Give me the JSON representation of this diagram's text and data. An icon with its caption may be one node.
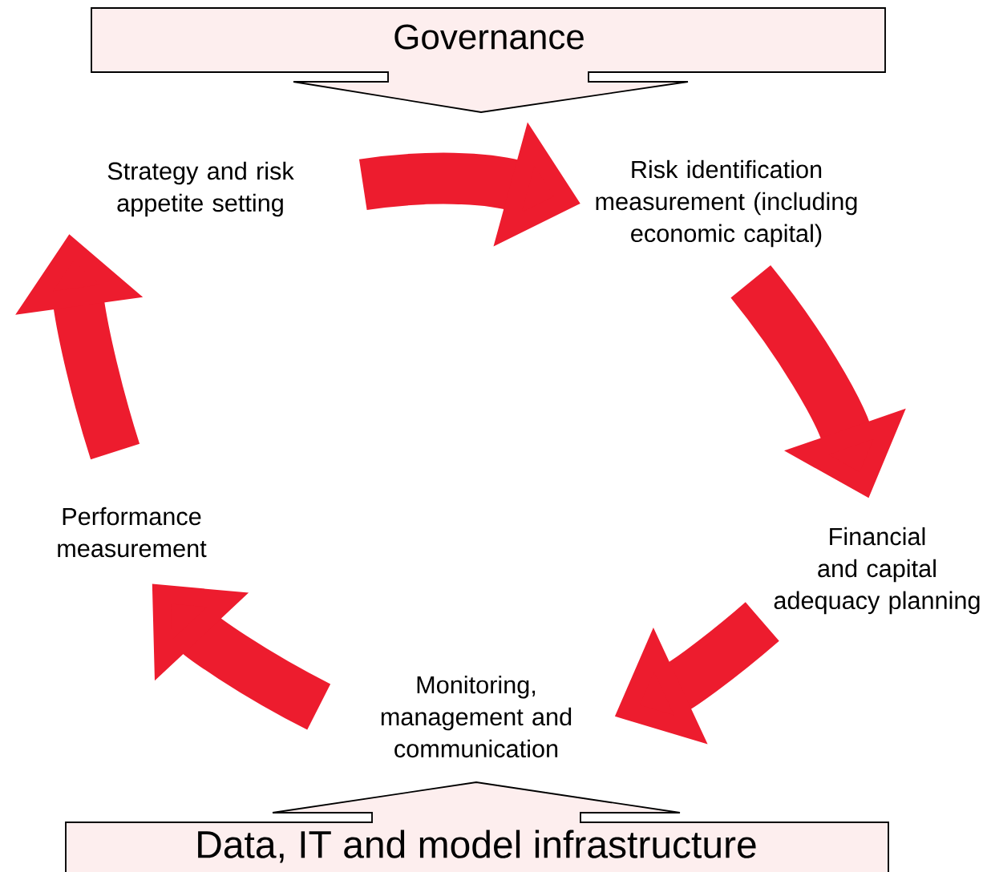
{
  "diagram": {
    "nodes": [
      {
        "text": [
          "Governance"
        ]
      },
      {
        "text": [
          "Strategy and risk appetite setting"
        ]
      },
      {
        "text": [
          "Risk identification measurement (including economic capital)"
        ]
      },
      {
        "text": [
          "Financial and capital adequacy planning"
        ]
      },
      {
        "text": [
          "Monitoring, management and communication"
        ]
      },
      {
        "text": [
          "Performance measurement"
        ]
      },
      {
        "text": [
          "Data, IT and model infrastructure"
        ]
      }
    ],
    "edges": [
      {
        "from": 1,
        "to": 2,
        "arrow": "to"
      },
      {
        "from": 2,
        "to": 3,
        "arrow": "to"
      },
      {
        "from": 3,
        "to": 4,
        "arrow": "to"
      },
      {
        "from": 4,
        "to": 5,
        "arrow": "to"
      },
      {
        "from": 5,
        "to": 1,
        "arrow": "to"
      }
    ]
  }
}
